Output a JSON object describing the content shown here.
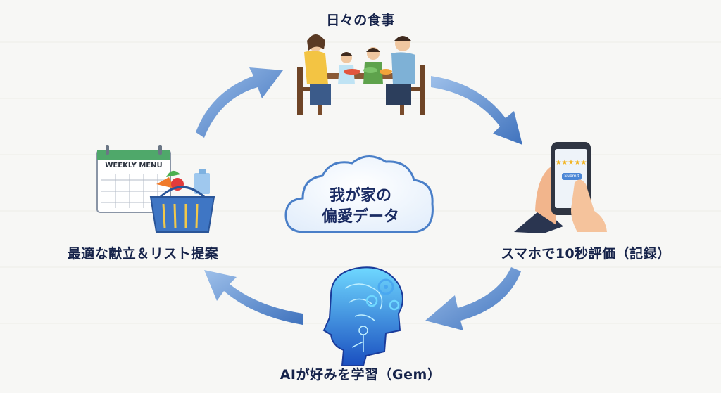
{
  "nodes": {
    "top": {
      "label": "日々の食事",
      "icon": "family-dining-icon"
    },
    "right": {
      "label": "スマホで10秒評価（記録）",
      "icon": "smartphone-rating-icon",
      "screen_button": "Submit"
    },
    "bottom": {
      "label": "AIが好みを学習（Gem）",
      "icon": "ai-brain-head-icon"
    },
    "left": {
      "label": "最適な献立＆リスト提案",
      "icon": "menu-calendar-basket-icon",
      "calendar_title": "WEEKLY MENU"
    }
  },
  "center": {
    "line1": "我が家の",
    "line2": "偏愛データ",
    "icon": "cloud-icon"
  },
  "colors": {
    "background": "#f7f7f5",
    "text": "#16234a",
    "arrow": "#4d7fc4",
    "arrow_light": "#8fb3e6",
    "cloud_fill": "#ffffff",
    "cloud_stroke": "#4a7fc8"
  }
}
